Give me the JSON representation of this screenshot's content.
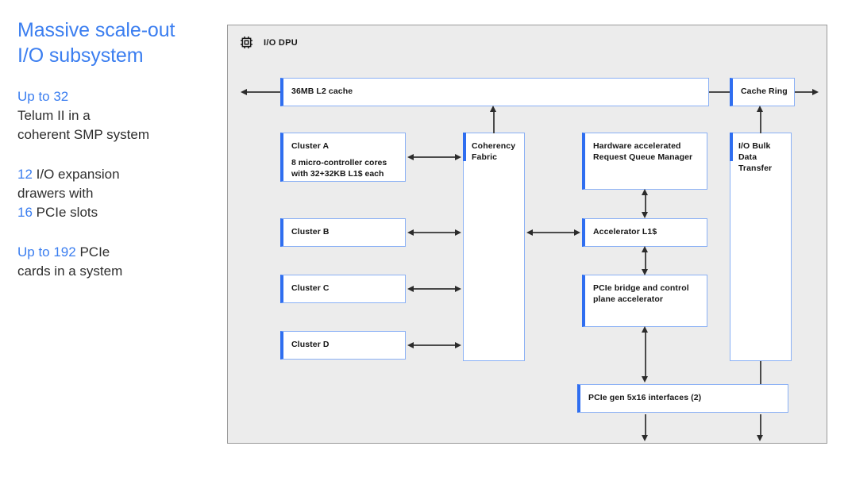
{
  "slide": {
    "headline_line1": "Massive scale-out",
    "headline_line2": "I/O subsystem",
    "accent_color": "#3b7ef0",
    "stats": [
      {
        "accent": "Up to 32",
        "rest_line1": "Telum II in a",
        "rest_line2": "coherent SMP system"
      },
      {
        "accent": "12",
        "rest_line1": " I/O expansion",
        "rest_line2": "drawers with",
        "accent2": "16",
        "rest_line3": " PCIe slots"
      },
      {
        "accent": "Up to 192",
        "rest_line1": " PCIe",
        "rest_line2": "cards in a system"
      }
    ]
  },
  "diagram": {
    "title": "I/O DPU",
    "title_icon": "chip-icon",
    "frame_background": "#ececec",
    "box_accent_color": "#2f6ef0",
    "box_border_color": "#8ab0f5",
    "boxes": {
      "l2_cache": "36MB L2 cache",
      "cache_ring": "Cache Ring",
      "cluster_a_title": "Cluster A",
      "cluster_a_desc_line1": "8 micro-controller cores",
      "cluster_a_desc_line2": "with 32+32KB L1$ each",
      "cluster_b": "Cluster B",
      "cluster_c": "Cluster C",
      "cluster_d": "Cluster D",
      "coherency_fabric_line1": "Coherency",
      "coherency_fabric_line2": "Fabric",
      "rqm_line1": "Hardware accelerated",
      "rqm_line2": "Request Queue Manager",
      "accelerator_l1": "Accelerator L1$",
      "pcie_bridge_line1": "PCIe bridge and control",
      "pcie_bridge_line2": "plane accelerator",
      "io_bulk_line1": "I/O Bulk",
      "io_bulk_line2": "Data",
      "io_bulk_line3": "Transfer",
      "pcie_interfaces": "PCIe gen 5x16 interfaces (2)"
    }
  }
}
